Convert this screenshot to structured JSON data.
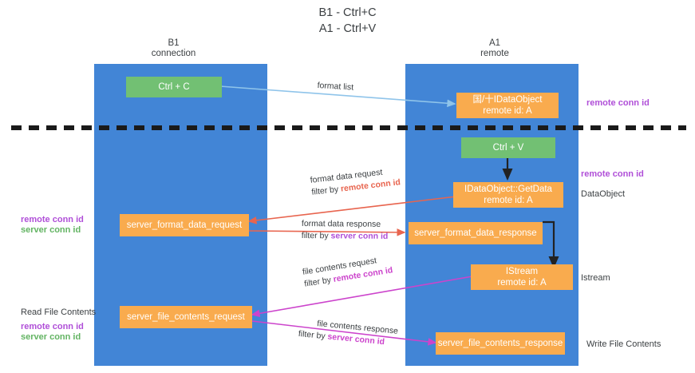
{
  "title": "B1 - Ctrl+C\nA1 - Ctrl+V",
  "columns": [
    {
      "heading": "B1\nconnection"
    },
    {
      "heading": "A1\nremote"
    }
  ],
  "nodes": {
    "ctrl_c": "Ctrl + C",
    "idataobject": "国/十IDataObject\nremote id: A",
    "ctrl_v": "Ctrl + V",
    "getdata": "IDataObject::GetData\nremote id: A",
    "server_format_data_request": "server_format_data_request",
    "server_format_data_response": "server_format_data_response",
    "istream": "IStream\nremote id: A",
    "server_file_contents_request": "server_file_contents_request",
    "server_file_contents_response": "server_file_contents_response"
  },
  "edges": {
    "format_list": "format list",
    "format_data_request": "format data request",
    "format_data_request_filter_prefix": "filter by ",
    "format_data_request_filter_key": "remote conn id",
    "format_data_response": "format data response",
    "format_data_response_filter_prefix": "filter by ",
    "format_data_response_filter_key": "server conn id",
    "file_contents_request": "file contents request",
    "file_contents_request_filter_prefix": "filter by ",
    "file_contents_request_filter_key": "remote conn id",
    "file_contents_response": "file contents response",
    "file_contents_response_filter_prefix": "filter by ",
    "file_contents_response_filter_key": "server conn id"
  },
  "annotations": {
    "right_remote_conn_id_top": "remote conn id",
    "right_remote_conn_id_mid": "remote conn id",
    "right_dataobject": "DataObject",
    "right_istream": "Istream",
    "right_write_file_contents": "Write File Contents",
    "left_remote_conn_id_mid": "remote conn id",
    "left_server_conn_id_mid": "server conn id",
    "left_read_file_contents": "Read File Contents",
    "left_remote_conn_id_low": "remote conn id",
    "left_server_conn_id_low": "server conn id"
  },
  "colors": {
    "lane": "#4285d6",
    "node_green": "#72c073",
    "node_orange": "#f9ab4e",
    "accent_purple": "#b04fd8",
    "accent_green": "#63b463",
    "accent_magenta": "#cc44cc",
    "accent_red": "#e8654f",
    "accent_blue_arrow": "#8fc4ea",
    "divider": "#1a1a1a"
  }
}
